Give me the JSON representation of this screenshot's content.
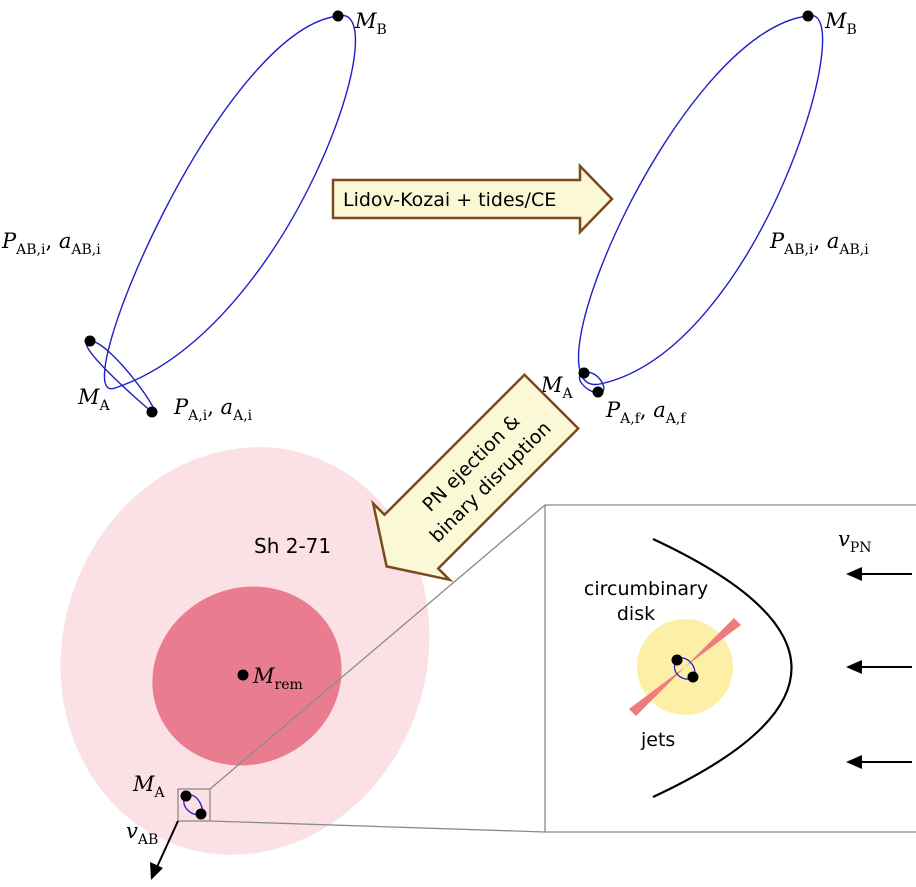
{
  "panel_tl": {
    "label_mb": {
      "base": "M",
      "sub": "B"
    },
    "label_pab": {
      "p": "P",
      "psub": "AB,i",
      "a": "a",
      "asub": "AB,i"
    },
    "label_ma": {
      "base": "M",
      "sub": "A"
    },
    "label_pa": {
      "p": "P",
      "psub": "A,i",
      "a": "a",
      "asub": "A,i"
    }
  },
  "panel_tr": {
    "label_mb": {
      "base": "M",
      "sub": "B"
    },
    "label_pab": {
      "p": "P",
      "psub": "AB,i",
      "a": "a",
      "asub": "AB,i"
    },
    "label_ma": {
      "base": "M",
      "sub": "A"
    },
    "label_pa": {
      "p": "P",
      "psub": "A,f",
      "a": "a",
      "asub": "A,f"
    }
  },
  "arrow1": {
    "text": "Lidov-Kozai + tides/CE"
  },
  "arrow2": {
    "line1": "PN ejection &",
    "line2": "binary disruption"
  },
  "nebula": {
    "name": "Sh 2-71",
    "label_mrem": {
      "base": "M",
      "sub": "rem"
    },
    "label_ma": {
      "base": "M",
      "sub": "A"
    },
    "label_vab": {
      "base": "v",
      "sub": "AB"
    }
  },
  "inset": {
    "label_vpn": {
      "base": "v",
      "sub": "PN"
    },
    "disk_line1": "circumbinary",
    "disk_line2": "disk",
    "jets": "jets"
  },
  "colors": {
    "orbit": "#1f1fc8",
    "arrow_fill": "#fbf8d6",
    "arrow_stroke": "#7b4a1e",
    "nebula_outer": "#fbe1e6",
    "nebula_inner": "#e97d8f",
    "disk": "#fdf0a6",
    "jets": "#ef7b7f",
    "inset_border": "#8a8a8a"
  }
}
